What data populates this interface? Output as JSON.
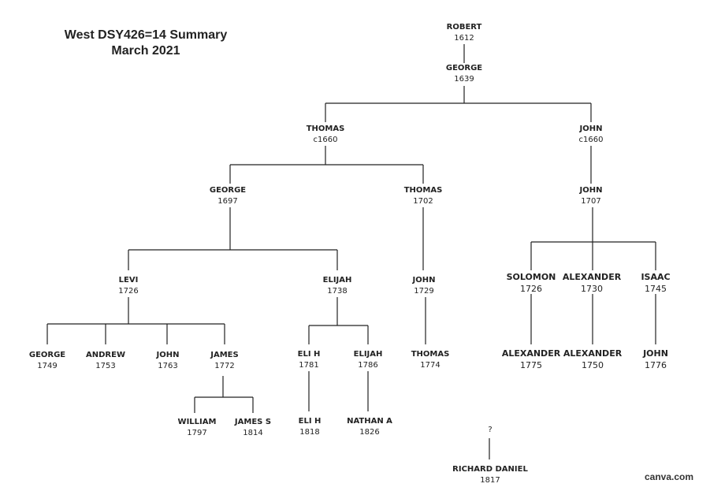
{
  "title": {
    "line1": "West DSY426=14 Summary",
    "line2": "March 2021"
  },
  "nodes": {
    "robert": {
      "name": "ROBERT",
      "year": "1612"
    },
    "george_1639": {
      "name": "GEORGE",
      "year": "1639"
    },
    "thomas_c1660": {
      "name": "THOMAS",
      "year": "c1660"
    },
    "john_c1660": {
      "name": "JOHN",
      "year": "c1660"
    },
    "george_1697": {
      "name": "GEORGE",
      "year": "1697"
    },
    "thomas_1702": {
      "name": "THOMAS",
      "year": "1702"
    },
    "john_1707": {
      "name": "JOHN",
      "year": "1707"
    },
    "levi_1726": {
      "name": "LEVI",
      "year": "1726"
    },
    "elijah_1738": {
      "name": "ELIJAH",
      "year": "1738"
    },
    "john_1729": {
      "name": "JOHN",
      "year": "1729"
    },
    "solomon_1726": {
      "name": "SOLOMON",
      "year": "1726"
    },
    "alexander_1730": {
      "name": "ALEXANDER",
      "year": "1730"
    },
    "isaac_1745": {
      "name": "ISAAC",
      "year": "1745"
    },
    "george_1749": {
      "name": "GEORGE",
      "year": "1749"
    },
    "andrew_1753": {
      "name": "ANDREW",
      "year": "1753"
    },
    "john_1763": {
      "name": "JOHN",
      "year": "1763"
    },
    "james_1772": {
      "name": "JAMES",
      "year": "1772"
    },
    "eli_h_1781": {
      "name": "ELI H",
      "year": "1781"
    },
    "elijah_1786": {
      "name": "ELIJAH",
      "year": "1786"
    },
    "thomas_1774": {
      "name": "THOMAS",
      "year": "1774"
    },
    "alexander_1775": {
      "name": "ALEXANDER",
      "year": "1775"
    },
    "alexander_1750": {
      "name": "ALEXANDER",
      "year": "1750"
    },
    "john_1776": {
      "name": "JOHN",
      "year": "1776"
    },
    "william_1797": {
      "name": "WILLIAM",
      "year": "1797"
    },
    "james_s_1814": {
      "name": "JAMES S",
      "year": "1814"
    },
    "eli_h_1818": {
      "name": "ELI H",
      "year": "1818"
    },
    "nathan_a_1826": {
      "name": "NATHAN A",
      "year": "1826"
    },
    "unknown": {
      "name": "?"
    },
    "richard_daniel": {
      "name": "RICHARD DANIEL",
      "year": "1817"
    }
  },
  "watermark": "canva.com",
  "colors": {
    "line": "#222222",
    "text": "#222222",
    "background": "#ffffff"
  }
}
